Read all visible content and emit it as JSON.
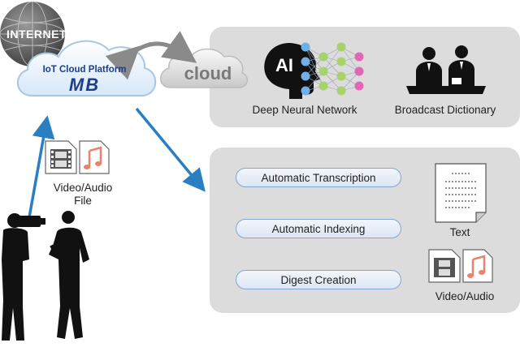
{
  "internet_label": "INTERNET",
  "platform": {
    "name": "IoT Cloud Platform",
    "logo": "MB"
  },
  "cloud_label": "cloud",
  "ai_label": "AI",
  "top_panel": {
    "dnn_label": "Deep Neural Network",
    "dictionary_label": "Broadcast Dictionary"
  },
  "media_file_label": [
    "Video/Audio",
    "File"
  ],
  "processes": [
    "Automatic Transcription",
    "Automatic Indexing",
    "Digest Creation"
  ],
  "outputs": {
    "text_label": "Text",
    "media_label": "Video/Audio"
  },
  "colors": {
    "arrow": "#2a7fc2",
    "panel": "#dcdcdc",
    "logo": "#1d3d8f",
    "pill_border": "#7fa6d4"
  }
}
